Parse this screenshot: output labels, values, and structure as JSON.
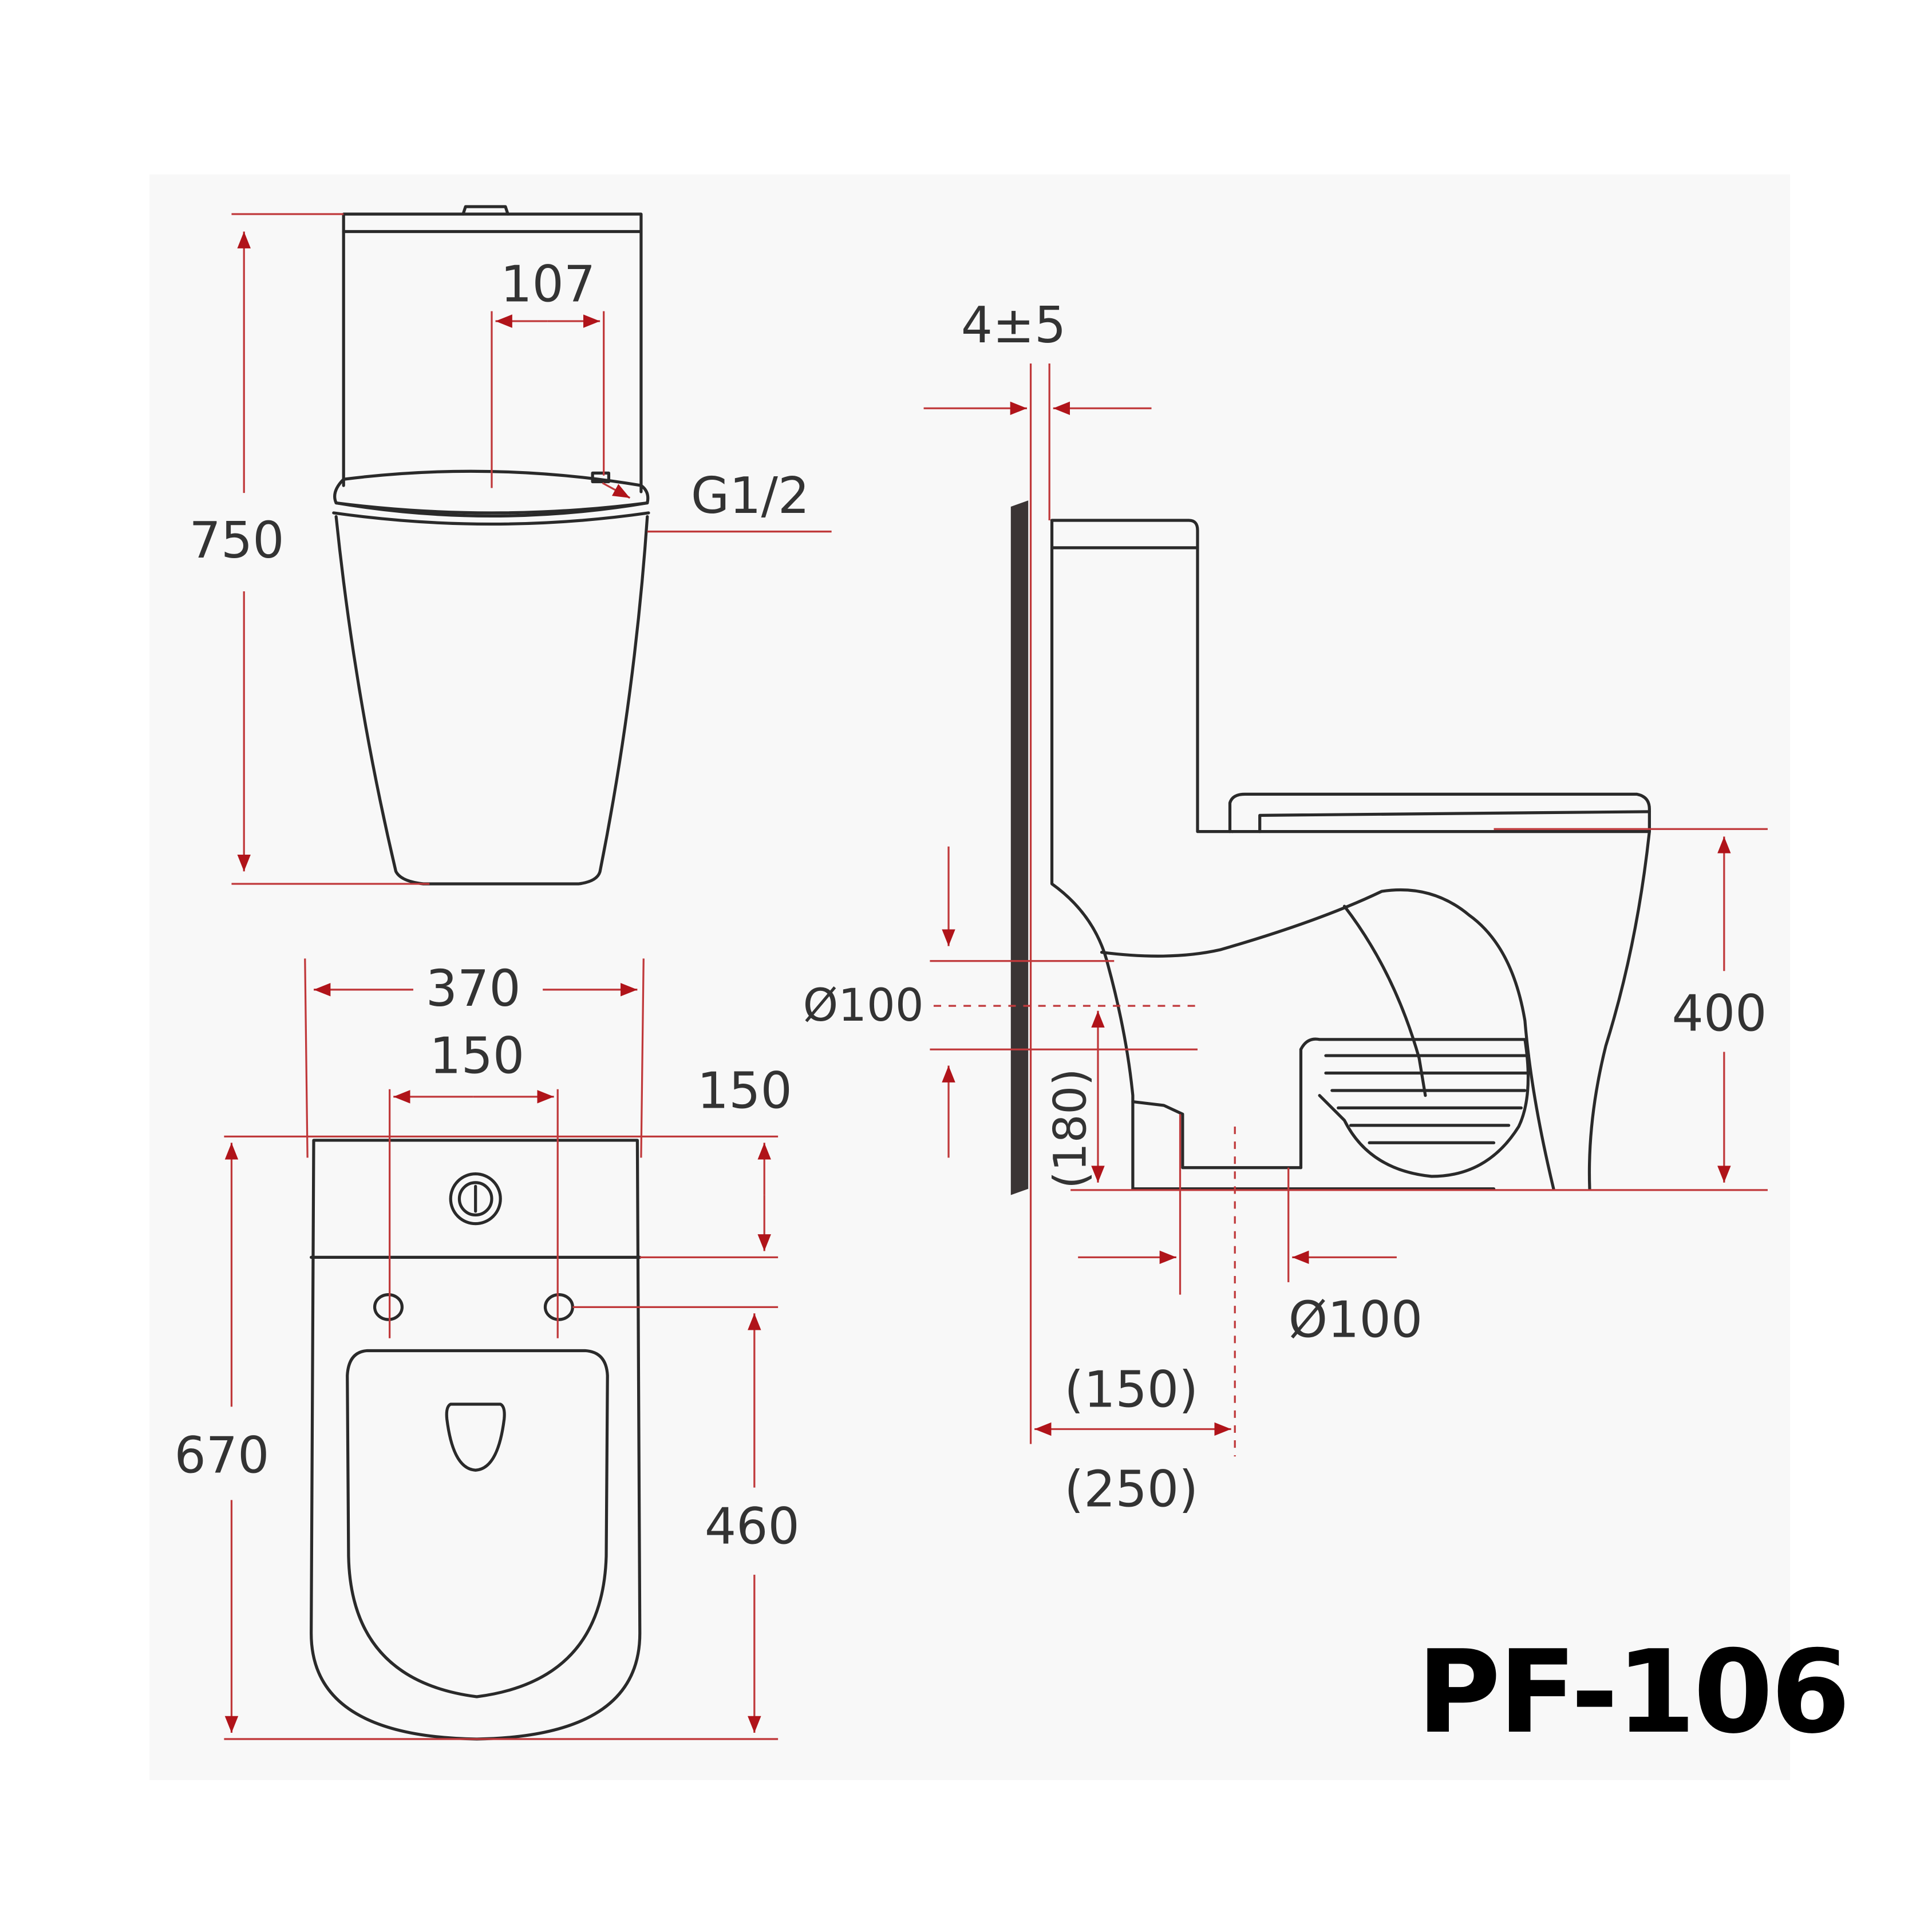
{
  "model": "PF-106",
  "colors": {
    "dimension_line": "#c0393b",
    "arrow": "#b0141a",
    "outline": "#2a2a2a",
    "text": "#333333",
    "background": "#ffffff",
    "panel": "#f8f8f8"
  },
  "front_view": {
    "height_label": "750",
    "inlet_spacing_label": "107",
    "inlet_thread_label": "G1/2"
  },
  "top_view": {
    "width_label": "370",
    "bolt_spacing_label": "150",
    "tank_depth_label": "150",
    "length_label": "670",
    "bolt_to_front_label": "460"
  },
  "side_view": {
    "wall_gap_label": "4±5",
    "rear_outlet_diameter_label": "Ø100",
    "rear_outlet_height_label": "(180)",
    "seat_height_label": "400",
    "floor_outlet_diameter_label": "Ø100",
    "rough_in_150_label": "(150)",
    "rough_in_250_label": "(250)"
  }
}
